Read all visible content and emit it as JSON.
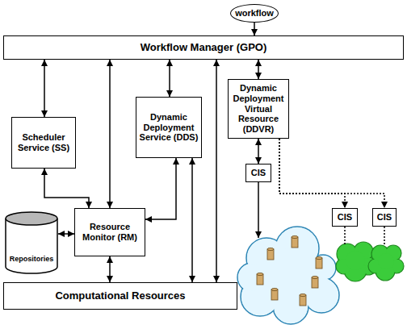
{
  "diagram": {
    "nodes": [
      {
        "text": [
          "workflow"
        ]
      },
      {
        "text": [
          "Workflow Manager (GPO)"
        ]
      },
      {
        "text": [
          "Scheduler Service (SS)"
        ]
      },
      {
        "text": [
          "Dynamic Deployment Service (DDS)"
        ]
      },
      {
        "text": [
          "Dynamic Deployment Virtual Resource (DDVR)"
        ]
      },
      {
        "text": [
          "Resource Monitor (RM)"
        ]
      },
      {
        "text": [
          "Repositories"
        ]
      },
      {
        "text": [
          "Computational Resources"
        ]
      },
      {
        "text": [
          "CIS"
        ]
      },
      {
        "text": [
          "CIS"
        ]
      },
      {
        "text": [
          "CIS"
        ]
      }
    ],
    "edges": [
      {
        "from": 0,
        "to": 1,
        "arrow": "to"
      },
      {
        "from": 1,
        "to": 2,
        "arrow": "both"
      },
      {
        "from": 1,
        "to": 5,
        "arrow": "both"
      },
      {
        "from": 1,
        "to": 3,
        "arrow": "both"
      },
      {
        "from": 1,
        "to": 4,
        "arrow": "both"
      },
      {
        "from": 1,
        "to": 7,
        "arrow": "both"
      },
      {
        "from": 2,
        "to": 5,
        "arrow": "both"
      },
      {
        "from": 3,
        "to": 5,
        "arrow": "both"
      },
      {
        "from": 6,
        "to": 5,
        "arrow": "both"
      },
      {
        "from": 5,
        "to": 7,
        "arrow": "both"
      },
      {
        "from": 3,
        "to": 7,
        "arrow": "both"
      },
      {
        "from": 4,
        "to": 8,
        "arrow": "both"
      },
      {
        "from": 4,
        "to": 9,
        "arrow": "to"
      },
      {
        "from": 4,
        "to": 10,
        "arrow": "to"
      }
    ]
  }
}
